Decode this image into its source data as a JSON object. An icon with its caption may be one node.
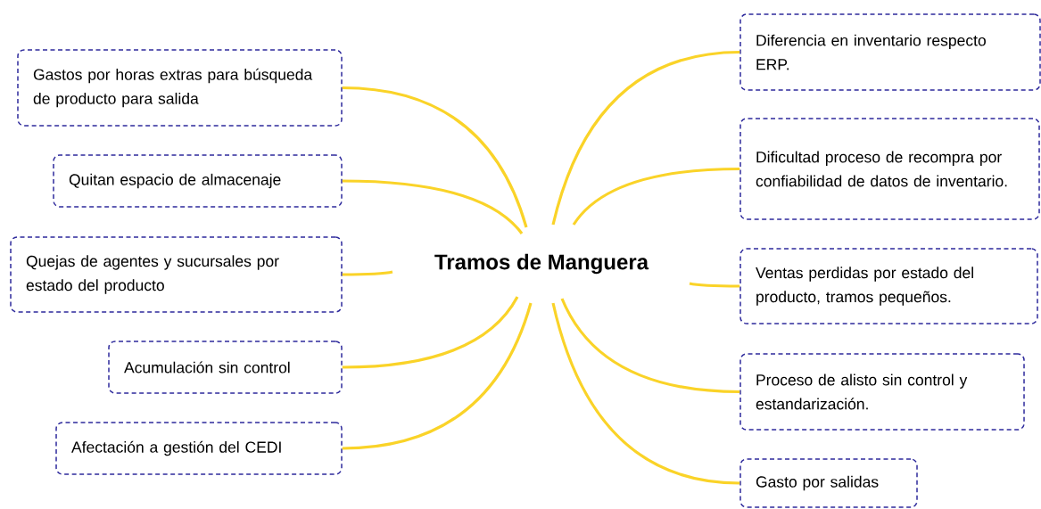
{
  "diagram": {
    "nodes": [
      {
        "text": [
          "Tramos de Manguera"
        ]
      },
      {
        "text": [
          "Gastos por horas extras para búsqueda de producto para salida"
        ]
      },
      {
        "text": [
          "Quitan espacio de almacenaje"
        ]
      },
      {
        "text": [
          "Quejas de agentes y sucursales por estado del producto"
        ]
      },
      {
        "text": [
          "Acumulación sin control"
        ]
      },
      {
        "text": [
          "Afectación a gestión del CEDI"
        ]
      },
      {
        "text": [
          "Diferencia en inventario respecto ERP."
        ]
      },
      {
        "text": [
          "Dificultad proceso de recompra por confiabilidad de datos de inventario."
        ]
      },
      {
        "text": [
          "Ventas perdidas por estado del producto, tramos pequeños."
        ]
      },
      {
        "text": [
          "Proceso de alisto sin control y estandarización."
        ]
      },
      {
        "text": [
          "Gasto por salidas"
        ]
      }
    ],
    "edges": [
      {
        "from": 0,
        "to": 1,
        "arrow": "none"
      },
      {
        "from": 0,
        "to": 2,
        "arrow": "none"
      },
      {
        "from": 0,
        "to": 3,
        "arrow": "none"
      },
      {
        "from": 0,
        "to": 4,
        "arrow": "none"
      },
      {
        "from": 0,
        "to": 5,
        "arrow": "none"
      },
      {
        "from": 0,
        "to": 6,
        "arrow": "none"
      },
      {
        "from": 0,
        "to": 7,
        "arrow": "none"
      },
      {
        "from": 0,
        "to": 8,
        "arrow": "none"
      },
      {
        "from": 0,
        "to": 9,
        "arrow": "none"
      },
      {
        "from": 0,
        "to": 10,
        "arrow": "none"
      }
    ]
  }
}
